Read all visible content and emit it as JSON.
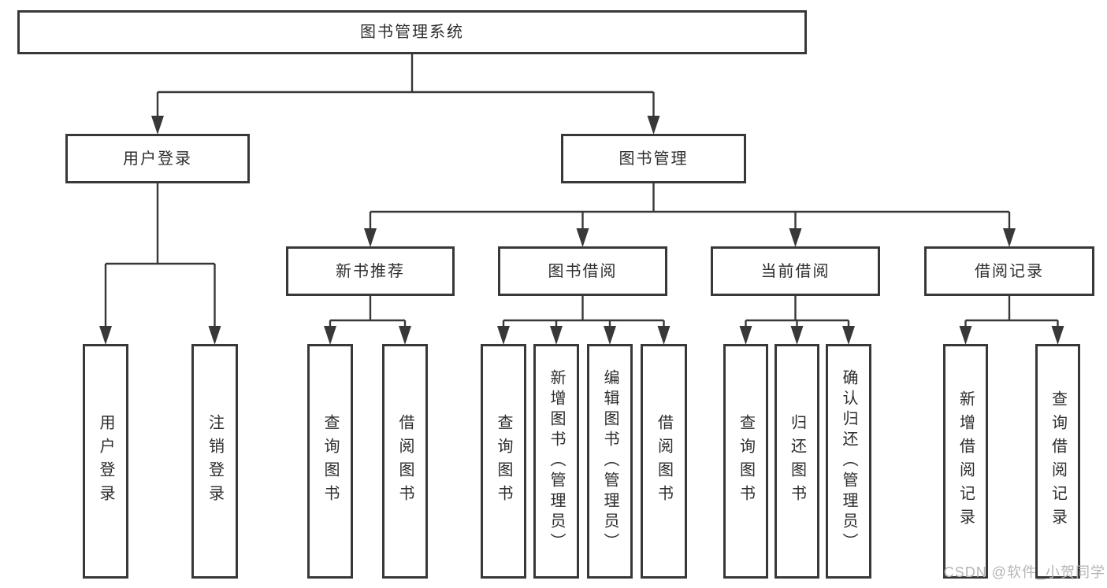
{
  "title": "图书管理系统",
  "watermark": "CSDN @软件_小贺同学",
  "colors": {
    "line": "#383838",
    "box_border": "#383838",
    "box_background": "#ffffff",
    "text": "#2d2d2d",
    "watermark": "#b5b5b5",
    "background": "#ffffff"
  },
  "nodes": [
    {
      "id": "system",
      "label": "图书管理系统",
      "level": 1
    },
    {
      "id": "user-login",
      "label": "用户登录",
      "level": 2
    },
    {
      "id": "book-management",
      "label": "图书管理",
      "level": 2
    },
    {
      "id": "new-book-recommend",
      "label": "新书推荐",
      "level": 3
    },
    {
      "id": "book-borrowing",
      "label": "图书借阅",
      "level": 3
    },
    {
      "id": "current-borrowing",
      "label": "当前借阅",
      "level": 3
    },
    {
      "id": "borrowing-records",
      "label": "借阅记录",
      "level": 3
    },
    {
      "id": "leaf-user-login",
      "label": "用户登录",
      "level": 4
    },
    {
      "id": "leaf-logout",
      "label": "注销登录",
      "level": 4
    },
    {
      "id": "leaf-query-books-a",
      "label": "查询图书",
      "level": 4
    },
    {
      "id": "leaf-borrow-books-a",
      "label": "借阅图书",
      "level": 4
    },
    {
      "id": "leaf-query-books-b",
      "label": "查询图书",
      "level": 4
    },
    {
      "id": "leaf-add-books",
      "label": "新增图书（管理员）",
      "level": 4
    },
    {
      "id": "leaf-edit-books",
      "label": "编辑图书（管理员）",
      "level": 4
    },
    {
      "id": "leaf-borrow-books-b",
      "label": "借阅图书",
      "level": 4
    },
    {
      "id": "leaf-query-books-c",
      "label": "查询图书",
      "level": 4
    },
    {
      "id": "leaf-return-books",
      "label": "归还图书",
      "level": 4
    },
    {
      "id": "leaf-confirm-return",
      "label": "确认归还（管理员）",
      "level": 4
    },
    {
      "id": "leaf-add-borrow-record",
      "label": "新增借阅记录",
      "level": 4
    },
    {
      "id": "leaf-query-borrow-record",
      "label": "查询借阅记录",
      "level": 4
    }
  ],
  "edges": [
    {
      "parent": "system",
      "children": [
        "user-login",
        "book-management"
      ]
    },
    {
      "parent": "user-login",
      "children": [
        "leaf-user-login",
        "leaf-logout"
      ]
    },
    {
      "parent": "book-management",
      "children": [
        "new-book-recommend",
        "book-borrowing",
        "current-borrowing",
        "borrowing-records"
      ]
    },
    {
      "parent": "new-book-recommend",
      "children": [
        "leaf-query-books-a",
        "leaf-borrow-books-a"
      ]
    },
    {
      "parent": "book-borrowing",
      "children": [
        "leaf-query-books-b",
        "leaf-add-books",
        "leaf-edit-books",
        "leaf-borrow-books-b"
      ]
    },
    {
      "parent": "current-borrowing",
      "children": [
        "leaf-query-books-c",
        "leaf-return-books",
        "leaf-confirm-return"
      ]
    },
    {
      "parent": "borrowing-records",
      "children": [
        "leaf-add-borrow-record",
        "leaf-query-borrow-record"
      ]
    }
  ]
}
